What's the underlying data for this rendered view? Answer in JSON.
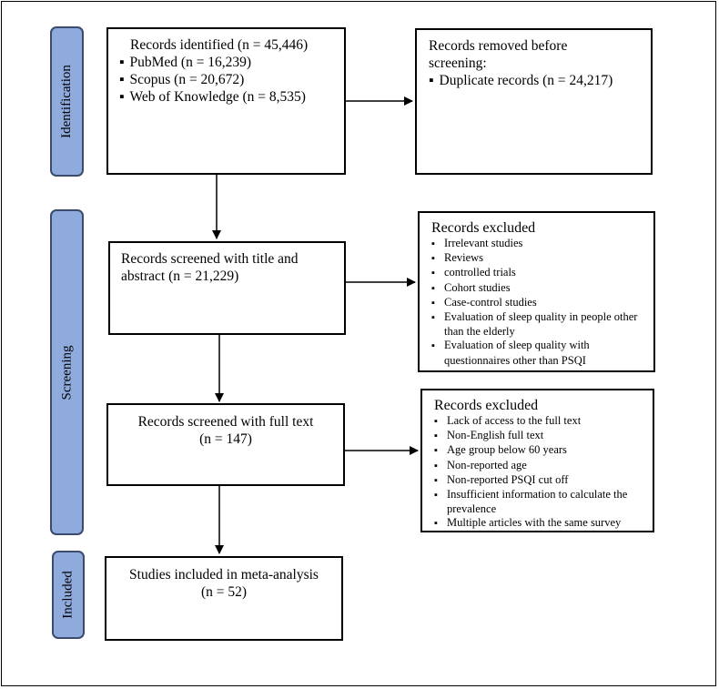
{
  "phases": {
    "identification": "Identification",
    "screening": "Screening",
    "included": "Included"
  },
  "identified": {
    "title": "Records identified (n = 45,446)",
    "items": [
      "PubMed (n = 16,239)",
      "Scopus (n = 20,672)",
      "Web of Knowledge (n = 8,535)"
    ]
  },
  "removed": {
    "title_line1": "Records removed before",
    "title_line2": "screening:",
    "items": [
      "Duplicate records (n = 24,217)"
    ]
  },
  "screened_title": {
    "line1": "Records screened with title and",
    "line2": "abstract (n = 21,229)"
  },
  "excluded_title_abstract": {
    "title": "Records excluded",
    "items": [
      "Irrelevant studies",
      "Reviews",
      "controlled trials",
      "Cohort studies",
      "Case-control studies",
      "Evaluation of sleep quality in people other than the elderly",
      "Evaluation of sleep quality with questionnaires other than PSQI"
    ]
  },
  "screened_full": {
    "line1": "Records screened with full text",
    "line2": "(n = 147)"
  },
  "excluded_full": {
    "title": "Records excluded",
    "items": [
      "Lack of access to the full text",
      "Non-English full text",
      "Age group below 60 years",
      "Non-reported age",
      "Non-reported PSQI cut off",
      "Insufficient information to calculate the prevalence",
      "Multiple articles with the same survey"
    ]
  },
  "included": {
    "line1": "Studies included in meta-analysis",
    "line2": "(n = 52)"
  }
}
